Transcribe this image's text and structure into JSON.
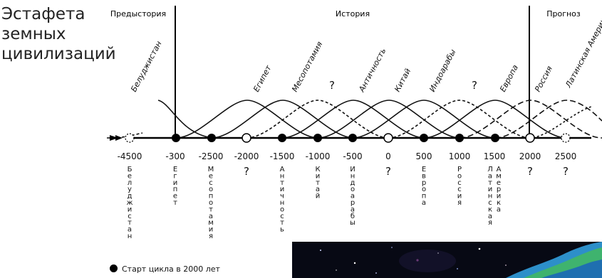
{
  "title": {
    "lines": [
      "Эстафета",
      "земных",
      "цивилизаций"
    ]
  },
  "periods": {
    "prehistory": "Предыстория",
    "history": "История",
    "forecast": "Прогноз"
  },
  "wave_labels": [
    "Белуджистан",
    "Египет",
    "Месопотамия",
    "?",
    "Античность",
    "Китай",
    "Индоарабы",
    "?",
    "Европа",
    "Россия",
    "Латинская Америка?"
  ],
  "axis": {
    "ticks": [
      "-4500",
      "-300",
      "-2500",
      "-2000",
      "-1500",
      "-1000",
      "-500",
      "0",
      "500",
      "1000",
      "1500",
      "2000",
      "2500"
    ],
    "below": [
      {
        "name": "Белуджистан",
        "text": "Белуджистан"
      },
      {
        "name": "Египет",
        "text": "Египет"
      },
      {
        "name": "Месопотамия",
        "text": "Месопотамия"
      },
      {
        "name": "?",
        "text": "?"
      },
      {
        "name": "Античность",
        "text": "Античность"
      },
      {
        "name": "Китай",
        "text": "Китай"
      },
      {
        "name": "Индоарабы",
        "text": "Индоарабы"
      },
      {
        "name": "?",
        "text": "?"
      },
      {
        "name": "Европа",
        "text": "Европа"
      },
      {
        "name": "Россия",
        "text": "Россия"
      },
      {
        "name": "Латинская Америка",
        "text": "Латинская|Америка"
      },
      {
        "name": "?",
        "text": "?"
      },
      {
        "name": "?",
        "text": "?"
      }
    ]
  },
  "legend": {
    "start_cycle": "Старт цикла в 2000 лет"
  }
}
